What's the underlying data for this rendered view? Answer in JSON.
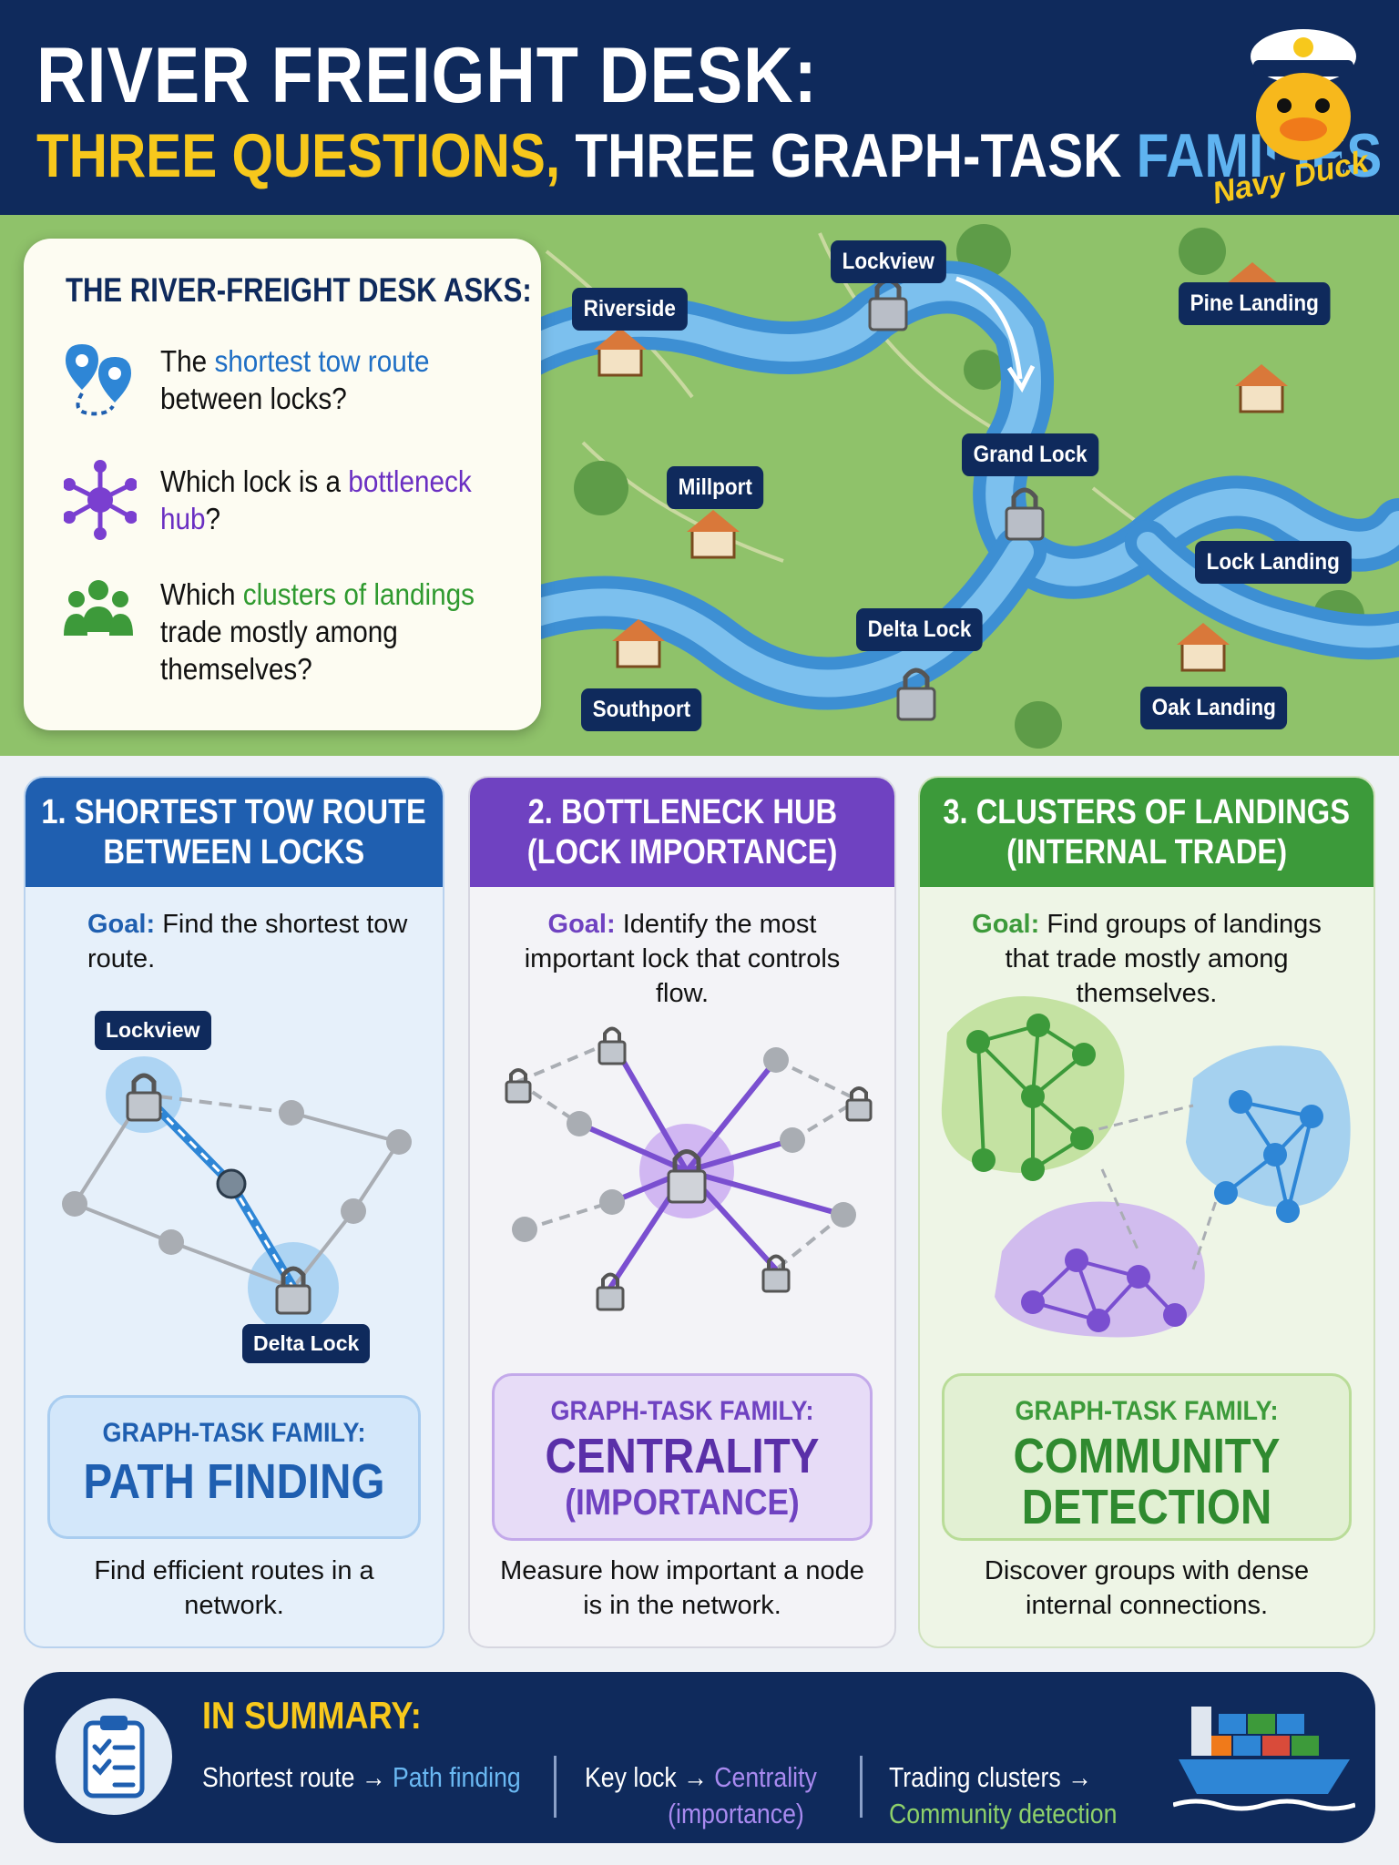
{
  "header": {
    "title_line1": "RIVER FREIGHT DESK:",
    "title_part1": "THREE QUESTIONS,",
    "title_part2": "THREE GRAPH-TASK",
    "title_part3": "FAMILIES",
    "brand": "Navy Duck"
  },
  "map": {
    "locations": [
      "Riverside",
      "Lockview",
      "Pine Landing",
      "Millport",
      "Grand Lock",
      "Lock Landing",
      "Delta Lock",
      "Southport",
      "Oak Landing"
    ]
  },
  "asks": {
    "title": "THE RIVER-FREIGHT DESK ASKS:",
    "q1_pre": "The ",
    "q1_hl": "shortest tow route",
    "q1_post": " between locks?",
    "q2_pre": "Which lock is a ",
    "q2_hl": "bottleneck hub",
    "q2_post": "?",
    "q3_pre": "Which ",
    "q3_hl": "clusters of landings",
    "q3_post": " trade mostly among themselves?"
  },
  "panels": [
    {
      "head_line1": "1. SHORTEST TOW ROUTE",
      "head_line2": "BETWEEN LOCKS",
      "goal_label": "Goal:",
      "goal_text": "Find the shortest tow route.",
      "graph_start": "Lockview",
      "graph_end": "Delta Lock",
      "family_label": "GRAPH-TASK FAMILY:",
      "family_name": "PATH FINDING",
      "footer": "Find efficient routes in a network."
    },
    {
      "head_line1": "2. BOTTLENECK HUB",
      "head_line2": "(LOCK IMPORTANCE)",
      "goal_label": "Goal:",
      "goal_text": "Identify the most important lock that controls flow.",
      "family_label": "GRAPH-TASK FAMILY:",
      "family_name": "CENTRALITY",
      "family_sub": "(IMPORTANCE)",
      "footer": "Measure how important a node is in the network."
    },
    {
      "head_line1": "3. CLUSTERS OF LANDINGS",
      "head_line2": "(INTERNAL TRADE)",
      "goal_label": "Goal:",
      "goal_text": "Find groups of landings that trade mostly among themselves.",
      "family_label": "GRAPH-TASK FAMILY:",
      "family_name": "COMMUNITY",
      "family_sub": "DETECTION",
      "footer": "Discover groups with dense internal connections."
    }
  ],
  "summary": {
    "title": "IN SUMMARY:",
    "item1_pre": "Shortest route → ",
    "item1_hl": "Path finding",
    "item2_pre": "Key lock → ",
    "item2_hl1": "Centrality",
    "item2_hl2": "(importance)",
    "item3_pre": "Trading clusters →",
    "item3_hl": "Community detection"
  },
  "colors": {
    "navy": "#0f2a5c",
    "yellow": "#f7c81c",
    "path_blue": "#1f5fb0",
    "centrality_purple": "#6f42c1",
    "community_green": "#3c9a3a"
  }
}
